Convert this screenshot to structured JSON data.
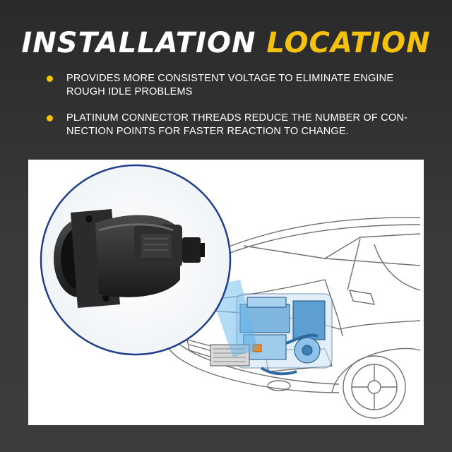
{
  "header": {
    "title_part1": "INSTALLATION",
    "title_part2": "LOCATION",
    "accent_color": "#f4c20d"
  },
  "features": [
    {
      "text": "PROVIDES MORE CONSISTENT VOLTAGE TO ELIMINATE ENGINE ROUGH IDLE PROBLEMS"
    },
    {
      "text": "PLATINUM CONNECTOR THREADS REDUCE THE NUMBER OF CON-NECTION POINTS FOR FASTER REACTION TO CHANGE."
    }
  ]
}
